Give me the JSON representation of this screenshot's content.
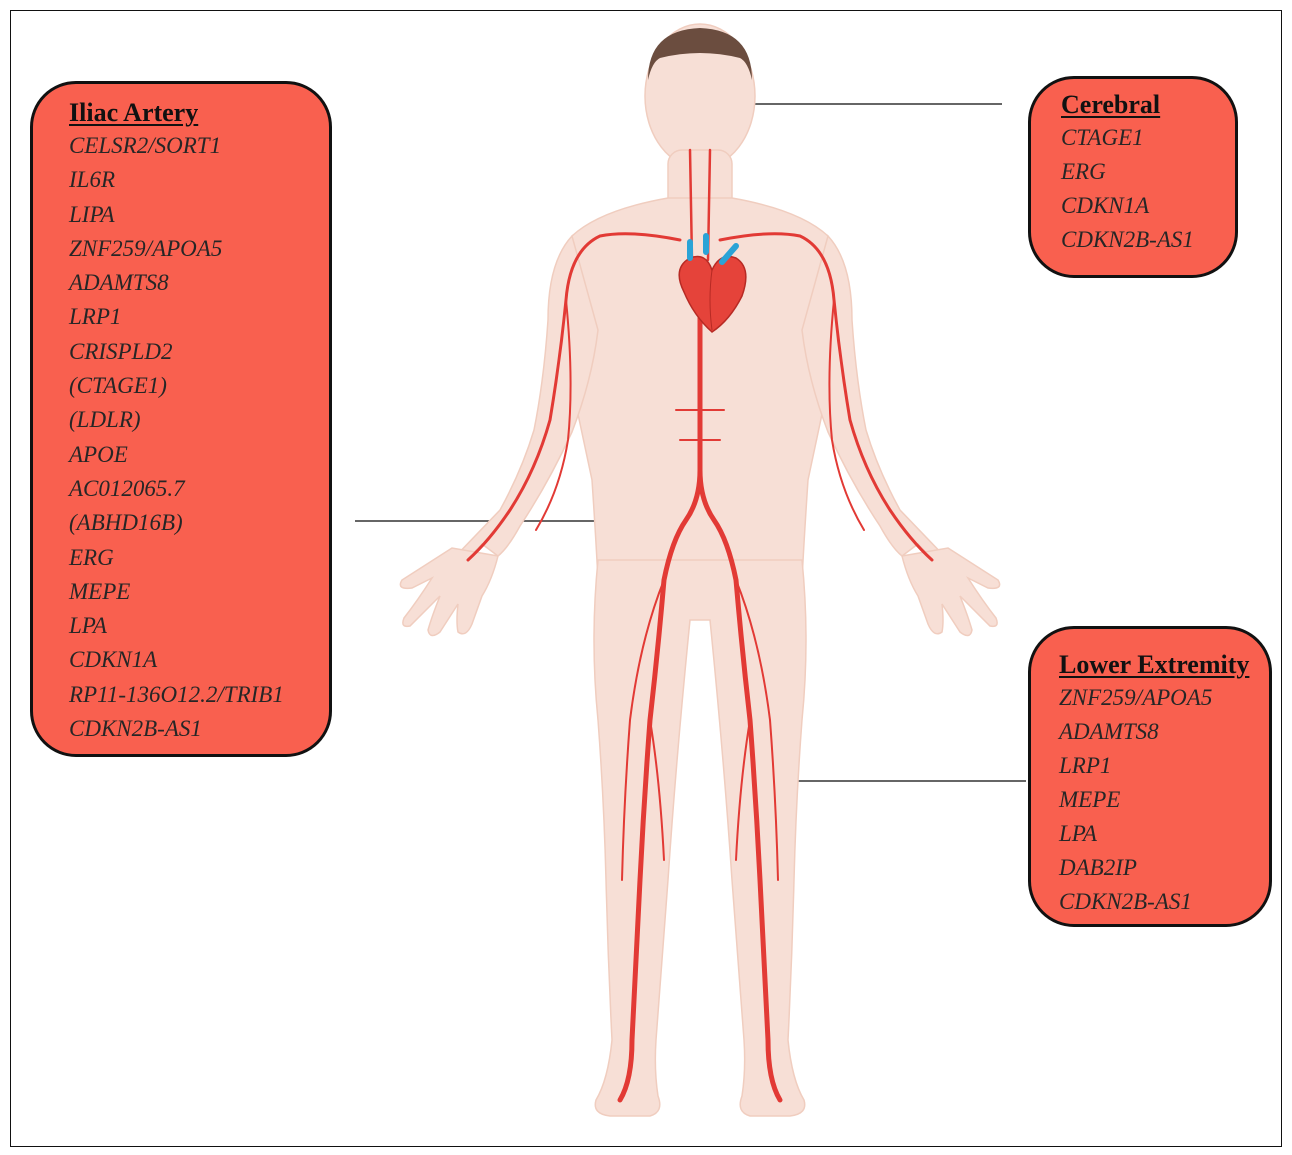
{
  "diagram": {
    "iliac": {
      "title": "Iliac Artery",
      "genes": [
        "CELSR2/SORT1",
        "IL6R",
        "LIPA",
        "ZNF259/APOA5",
        "ADAMTS8",
        "LRP1",
        "CRISPLD2",
        "(CTAGE1)",
        "(LDLR)",
        "APOE",
        "AC012065.7",
        "(ABHD16B)",
        "ERG",
        "MEPE",
        "LPA",
        "CDKN1A",
        "RP11-136O12.2/TRIB1",
        "CDKN2B-AS1"
      ]
    },
    "cerebral": {
      "title": "Cerebral",
      "genes": [
        "CTAGE1",
        "ERG",
        "CDKN1A",
        "CDKN2B-AS1"
      ]
    },
    "lower": {
      "title": "Lower Extremity",
      "genes": [
        "ZNF259/APOA5",
        "ADAMTS8",
        "LRP1",
        "MEPE",
        "LPA",
        "DAB2IP",
        "CDKN2B-AS1"
      ]
    }
  },
  "colors": {
    "box_fill": "#f9604f",
    "skin": "#f7dfd6",
    "hair": "#6b4d3f",
    "artery": "#e23a35",
    "vein": "#2aa3d6"
  },
  "icons": [
    "human-body-illustration",
    "heart-icon"
  ]
}
